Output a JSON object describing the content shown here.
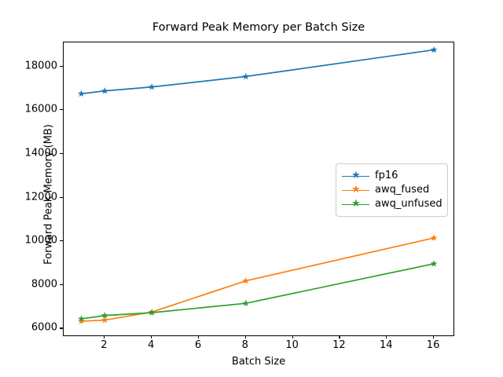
{
  "chart_data": {
    "type": "line",
    "title": "Forward Peak Memory per Batch Size",
    "xlabel": "Batch Size",
    "ylabel": "Forward Peak Memory (MB)",
    "x": [
      1,
      2,
      4,
      8,
      16
    ],
    "xlim": [
      0.25,
      16.9
    ],
    "ylim": [
      5620,
      19100
    ],
    "xticks": [
      2,
      4,
      6,
      8,
      10,
      12,
      14,
      16
    ],
    "xtick_labels": [
      "2",
      "4",
      "6",
      "8",
      "10",
      "12",
      "14",
      "16"
    ],
    "yticks": [
      6000,
      8000,
      10000,
      12000,
      14000,
      16000,
      18000
    ],
    "ytick_labels": [
      "6000",
      "8000",
      "10000",
      "12000",
      "14000",
      "16000",
      "18000"
    ],
    "grid": false,
    "marker": "star",
    "legend_position": "center right",
    "series": [
      {
        "name": "fp16",
        "color": "#1f77b4",
        "values": [
          16750,
          16880,
          17060,
          17540,
          18760
        ]
      },
      {
        "name": "awq_fused",
        "color": "#ff7f0e",
        "values": [
          6340,
          6390,
          6760,
          8190,
          10150
        ]
      },
      {
        "name": "awq_unfused",
        "color": "#2ca02c",
        "values": [
          6450,
          6600,
          6730,
          7160,
          8970
        ]
      }
    ]
  }
}
